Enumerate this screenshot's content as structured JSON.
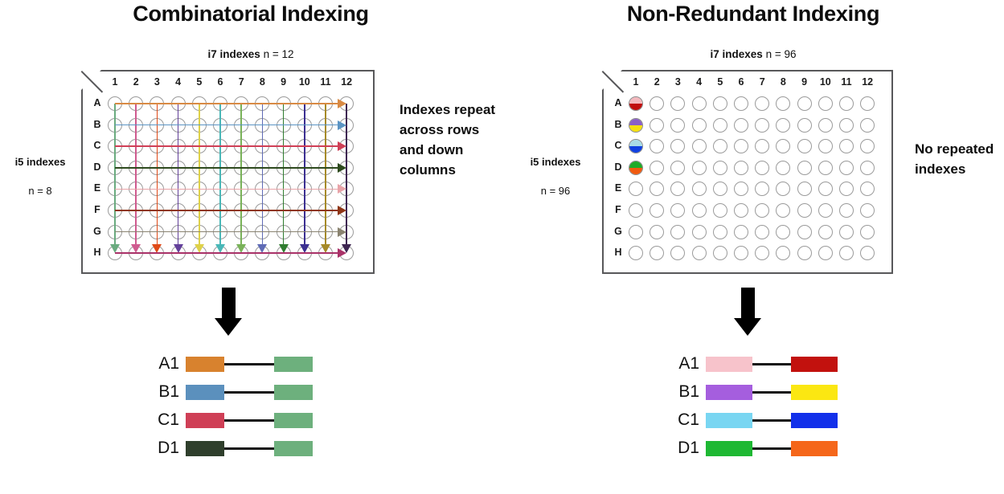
{
  "panels": [
    {
      "id": "combinatorial",
      "title": "Combinatorial Indexing",
      "top_label_bold": "i7 indexes",
      "top_label_rest": " n = 12",
      "side_label_bold": "i5 indexes",
      "side_label_n": "n = 8",
      "note": "Indexes repeat across rows and down columns",
      "plate": {
        "columns": [
          "1",
          "2",
          "3",
          "4",
          "5",
          "6",
          "7",
          "8",
          "9",
          "10",
          "11",
          "12"
        ],
        "rows": [
          "A",
          "B",
          "C",
          "D",
          "E",
          "F",
          "G",
          "H"
        ],
        "row_arrow_colors": [
          "#d88a44",
          "#5b94c4",
          "#cf3f56",
          "#2e4a1e",
          "#e8a3a8",
          "#8f3617",
          "#8a8370",
          "#a93268"
        ],
        "col_arrow_colors": [
          "#6aab7f",
          "#cf5b8f",
          "#e04a18",
          "#63409a",
          "#ded149",
          "#49b7b7",
          "#79b259",
          "#5f6bb5",
          "#2f7d2f",
          "#3b2f91",
          "#a68a28",
          "#3d2551"
        ]
      },
      "constructs": [
        {
          "well": "A1",
          "i7": "#d8822e",
          "i5": "#6db07d"
        },
        {
          "well": "B1",
          "i7": "#5b90bd",
          "i5": "#6db07d"
        },
        {
          "well": "C1",
          "i7": "#cf3f56",
          "i5": "#6db07d"
        },
        {
          "well": "D1",
          "i7": "#2f3f2c",
          "i5": "#6db07d"
        }
      ]
    },
    {
      "id": "non-redundant",
      "title": "Non-Redundant Indexing",
      "top_label_bold": "i7 indexes",
      "top_label_rest": " n = 96",
      "side_label_bold": "i5 indexes",
      "side_label_n": "n = 96",
      "note": "No repeated indexes",
      "plate": {
        "columns": [
          "1",
          "2",
          "3",
          "4",
          "5",
          "6",
          "7",
          "8",
          "9",
          "10",
          "11",
          "12"
        ],
        "rows": [
          "A",
          "B",
          "C",
          "D",
          "E",
          "F",
          "G",
          "H"
        ],
        "filled_wells": [
          {
            "row": "A",
            "col": "1",
            "top": "#f3b8bd",
            "bottom": "#c00d0d"
          },
          {
            "row": "B",
            "col": "1",
            "top": "#8a5fc8",
            "bottom": "#f5e010"
          },
          {
            "row": "C",
            "col": "1",
            "top": "#a9dbe6",
            "bottom": "#1040e0"
          },
          {
            "row": "D",
            "col": "1",
            "top": "#1eaa28",
            "bottom": "#f05a10"
          }
        ]
      },
      "constructs": [
        {
          "well": "A1",
          "i7": "#f7c3cb",
          "i5": "#c2110e"
        },
        {
          "well": "B1",
          "i7": "#a55ede",
          "i5": "#fbe712"
        },
        {
          "well": "C1",
          "i7": "#79d6f2",
          "i5": "#1230ea"
        },
        {
          "well": "D1",
          "i7": "#1eb833",
          "i5": "#f5661a"
        }
      ]
    }
  ],
  "icons": {
    "down_arrow": "down-arrow-icon"
  }
}
